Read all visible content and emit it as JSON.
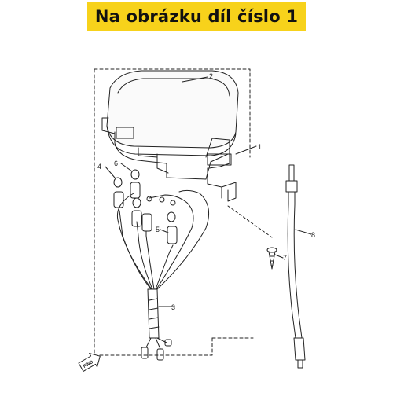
{
  "banner": {
    "text": "Na obrázku díl číslo 1",
    "color": "#f7d21b"
  },
  "diagram": {
    "callouts": [
      "1",
      "2",
      "3",
      "4",
      "5",
      "6",
      "7",
      "8"
    ],
    "direction_marker": "FWD"
  }
}
